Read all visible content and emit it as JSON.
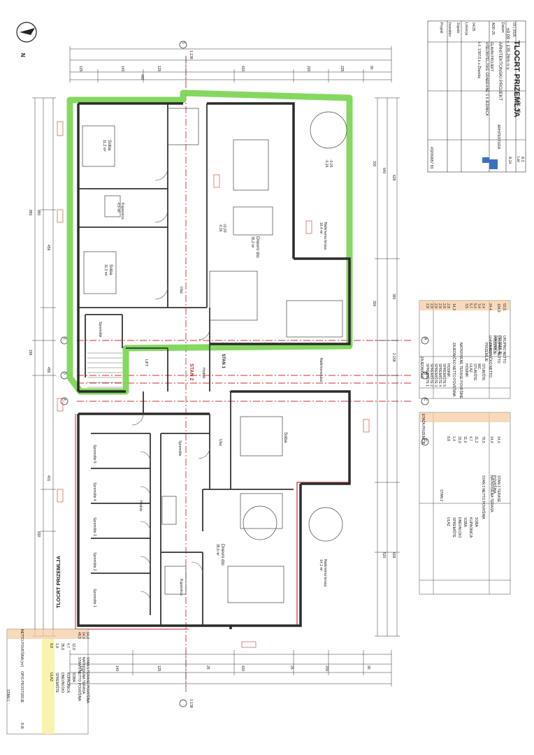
{
  "sheet": {
    "north_label": "N",
    "plan_title_side": "TLOCRT PRIZEMLJA",
    "stan1_tag": "STAN 1",
    "stan2_tag": "STAN 2",
    "stan2_margin_tag": "STAN 2"
  },
  "title_block": {
    "level": "±0,00 = 135,26m n.v.",
    "project_type": "ARHITEKTONSKI PROJEKT",
    "project_kind": "GLAVNI PROJEKT",
    "building": "VIŠEOBITELJSKE GRAĐEVINE S 6 JEDINICA",
    "location": "k.č. 1397/2 k.o.Žbandaj",
    "drawing_title": "TLOCRT PRIZEMLJA",
    "scale": "1:71.43",
    "project_no": "ADR-25",
    "sheet_no": "A.3",
    "list_label": "List",
    "date": "03 | 2025",
    "date_label": "Datum",
    "label_zajedn": "Zajedn.",
    "label_lokacija": "Lokacija",
    "label_investitor": "Investitor",
    "label_projekt": "Projekt",
    "company": "ARHITEKTURA",
    "code1": "432060",
    "code2": "657 83",
    "code3": "A.14",
    "code4": "04/25"
  },
  "rooms": {
    "soba_top": "Soba",
    "soba_top_area": "11,2 m²",
    "kupaonica_top": "Kupaonica",
    "kupaonica_top_area": "4,5 m²",
    "soba_mid": "Soba",
    "soba_mid_area": "11,3 m²",
    "dnevni_top": "Dnevni dio",
    "dnevni_top_area": "35,2 m²",
    "terasa_top": "Natkrivena terasa",
    "terasa_top_area": "16,4 m²",
    "spremiste_top": "Spremište",
    "ulaz_top": "Ulaz",
    "hodnik_mid": "Hodnik",
    "lift": "LIFT",
    "ulaz_lower": "Ulaz",
    "soba_lower": "Soba",
    "terasa_mid": "Natkrivena ulaz",
    "spremiste_1": "Spremište 1",
    "spremiste_2": "Spremište 2",
    "spremiste_3": "Spremište 3",
    "spremiste_4": "Spremište 4",
    "spremiste_5": "Spremište 5",
    "spremiste_6": "Spremište",
    "hodnik_low": "Hodnik",
    "kupaonica_low": "Kupaonica",
    "dnevni_low": "Dnevni dio",
    "dnevni_low_area": "35,6 m²",
    "terasa_low": "Natkrivena terasa",
    "terasa_low_area": "14,1 m²",
    "level_a": "±0,00",
    "level_b": "-0,16",
    "level_c": "-0,03",
    "level_d": "-0,16"
  },
  "dimensions": {
    "top_total": "1.138",
    "bottom_total": "1.138",
    "top_row": [
      "125",
      "490",
      "140",
      "125",
      "420",
      "200",
      "225",
      "90"
    ],
    "top_row2": [
      "125",
      "140",
      "125",
      "25",
      "420",
      "25",
      "200",
      "90"
    ],
    "left_col": [
      "830",
      "401",
      "455",
      "158",
      "850",
      "459",
      "850"
    ],
    "right_col": [
      "640",
      "330",
      "628",
      "300",
      "2.158",
      "350",
      "520",
      "609"
    ],
    "grid": [
      "1",
      "2",
      "3",
      "4",
      "A",
      "B",
      "C",
      "D"
    ]
  },
  "table_stan1": {
    "title": "ETAŽA PRIZEMLJE",
    "sub": "STAN 1",
    "head_no": "R.B.",
    "head_name": "OPIS PROSTORIJE",
    "head_area": "NETTO POVRŠINA [m²]",
    "rows": [
      {
        "no": "1",
        "name": "ULAZ",
        "area": "8,8"
      },
      {
        "no": "2",
        "name": "SPREMIŠTE",
        "area": "1,8"
      },
      {
        "no": "3",
        "name": "DNEVNI DIO",
        "area": "35,9"
      },
      {
        "no": "4",
        "name": "KUPAONICA",
        "area": "4,7"
      },
      {
        "no": "5",
        "name": "SOBA",
        "area": "12,9"
      }
    ],
    "net_label": "STAN 1 NETTO POVRŠINA",
    "net_value": "48,5",
    "terrace_label": "NATKRIVENA TERASA",
    "terrace_value": "14,0",
    "terrace_total_label": "STAN 1 TERASE POVRŠINA",
    "terrace_total_value": "14,0"
  },
  "table_stan2": {
    "sub": "STAN 2",
    "rows": [
      {
        "no": "1",
        "name": "ULAZ",
        "area": "8,8"
      },
      {
        "no": "2",
        "name": "SPREMIŠTE",
        "area": "1,4"
      },
      {
        "no": "3",
        "name": "DNEVNI DIO",
        "area": "33,9"
      },
      {
        "no": "4",
        "name": "SOBA",
        "area": "11,0"
      },
      {
        "no": "5",
        "name": "KUPAONICA",
        "area": "4,7"
      },
      {
        "no": "6",
        "name": "SOBA",
        "area": "11,2"
      }
    ],
    "net_label": "STAN 2 NETTO POVRŠINA",
    "net_value": "75,5",
    "terrace_label": "NATKRIVENA TERASA",
    "terrace_value": "14,4",
    "terrace_total_label": "STAN 2 TERASE POVRŠINA",
    "terrace_total_value": "14,4"
  },
  "table_common": {
    "title": "ZAJEDNIČKO",
    "rows": [
      {
        "no": "1",
        "name": "SPREMIŠTE 1",
        "area": "2,8"
      },
      {
        "no": "2",
        "name": "SPREMIŠTE 2",
        "area": "2,8"
      },
      {
        "no": "3",
        "name": "SPREMIŠTE 3",
        "area": "2,8"
      },
      {
        "no": "4",
        "name": "SPREMIŠTE 4",
        "area": "2,8"
      },
      {
        "no": "5",
        "name": "SPREMIŠTE 5",
        "area": "2,8"
      },
      {
        "no": "6",
        "name": "HODNIK",
        "area": "2,8"
      }
    ],
    "net_label": "ZAJEDNIČKO NETTO POVRŠINA",
    "net_value": "14,3",
    "terrace_head": "NATKRIVENE TERASE POVRŠINE",
    "trows": [
      {
        "no": "1",
        "name": "HODNIK",
        "area": "3,5"
      },
      {
        "no": "2",
        "name": "ULAZ",
        "area": "5,7"
      },
      {
        "no": "3",
        "name": "STUBIŠTE",
        "area": "5,4"
      },
      {
        "no": "4",
        "name": "WC",
        "area": "3,4"
      },
      {
        "no": "5",
        "name": "STUBIŠTE",
        "area": "2,4"
      }
    ],
    "terrace_total_label": "ZAJEDNIČKO NETTO PRIZEMLJE",
    "terrace_total_value": "24,4"
  },
  "table_total": {
    "label1": "UKUPNO NETTO PRIZEMLJE (zatvoreno)",
    "value1": "104,9",
    "label2": "UKUPNO NETTO PRIZEMLJE (otvoreno)",
    "value2": "53,5"
  },
  "colors": {
    "wall": "#2b2b2b",
    "stan2_highlight": "#6fd144",
    "stan1_outline": "#d04a4a",
    "axis": "#d03030",
    "dim": "#333333"
  }
}
